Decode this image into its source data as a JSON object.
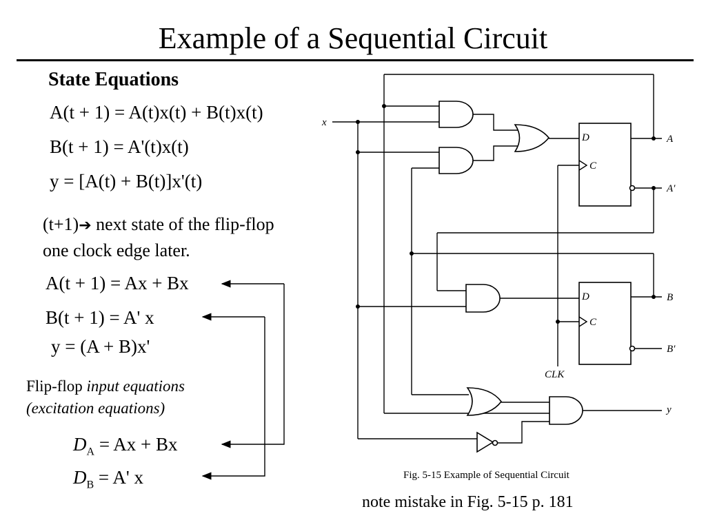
{
  "title": "Example of a Sequential Circuit",
  "state_equations": {
    "heading": "State Equations",
    "eq1": "A(t + 1) = A(t)x(t) + B(t)x(t)",
    "eq2": "B(t + 1) = A'(t)x(t)",
    "eq3": "y = [A(t) + B(t)]x'(t)"
  },
  "note": {
    "line1_prefix": "(t+1)",
    "arrow": "➔",
    "line1_suffix": " next state of the flip-flop",
    "line2": "one clock edge later."
  },
  "simplified": {
    "eq1": "A(t + 1) = Ax + Bx",
    "eq2": "B(t + 1) = A' x",
    "eq3": "y = (A + B)x'"
  },
  "input_equations": {
    "label_normal": "Flip-flop ",
    "label_italic": "input equations",
    "label_line2": "(excitation equations)",
    "da_lhs": "D",
    "da_sub": "A",
    "da_rhs": " = Ax + Bx",
    "db_lhs": "D",
    "db_sub": "B",
    "db_rhs": " = A' x"
  },
  "circuit": {
    "input_x": "x",
    "ff_d": "D",
    "ff_c": "C",
    "out_A": "A",
    "out_Aprime": "A′",
    "out_B": "B",
    "out_Bprime": "B′",
    "clk": "CLK",
    "out_y": "y",
    "caption": "Fig. 5-15  Example of Sequential Circuit"
  },
  "footnote": "note mistake in Fig. 5-15 p. 181"
}
